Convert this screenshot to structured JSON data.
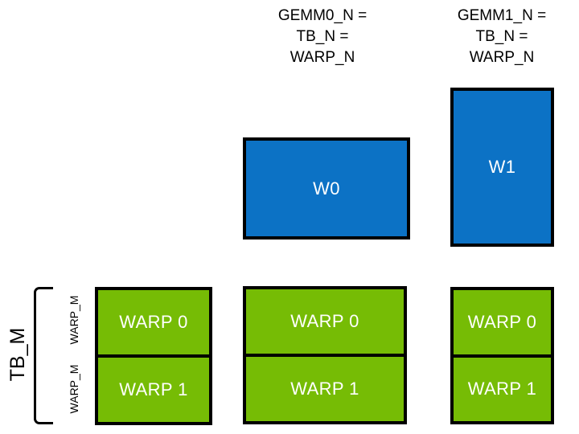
{
  "diagram": {
    "title_hidden": "",
    "colors": {
      "blue_tile": "#0c72c5",
      "green_tile": "#76bc05",
      "border": "#000000",
      "tile_text": "#ffffff",
      "label_text": "#000000",
      "background": "#ffffff"
    },
    "headers": [
      {
        "name": "gemm0",
        "line1": "GEMM0_N =",
        "line2": "TB_N =",
        "line3": "WARP_N"
      },
      {
        "name": "gemm1",
        "line1": "GEMM1_N =",
        "line2": "TB_N =",
        "line3": "WARP_N"
      }
    ],
    "blue_tiles": [
      {
        "name": "w0",
        "label": "W0"
      },
      {
        "name": "w1",
        "label": "W1"
      }
    ],
    "warp_columns": [
      {
        "name": "left",
        "cells": [
          {
            "label": "WARP 0"
          },
          {
            "label": "WARP 1"
          }
        ]
      },
      {
        "name": "middle",
        "cells": [
          {
            "label": "WARP 0"
          },
          {
            "label": "WARP 1"
          }
        ]
      },
      {
        "name": "right",
        "cells": [
          {
            "label": "WARP 0"
          },
          {
            "label": "WARP 1"
          }
        ]
      }
    ],
    "axis_labels": {
      "tb_m": "TB_M",
      "warp_m_top": "WARP_M",
      "warp_m_bottom": "WARP_M"
    }
  }
}
